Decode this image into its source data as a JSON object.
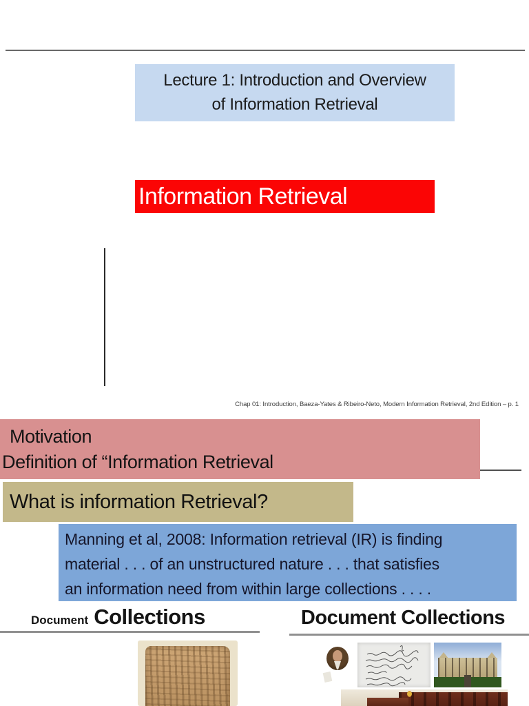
{
  "header": {
    "title_line1": "Lecture 1: Introduction and Overview",
    "title_line2": "of Information Retrieval"
  },
  "banner": {
    "text": "Information Retrieval"
  },
  "footer": {
    "citation": "Chap 01: Introduction, Baeza-Yates & Ribeiro-Neto, Modern Information Retrieval, 2nd Edition – p. 1"
  },
  "motivation": {
    "line1": "Motivation",
    "line2": "Definition of “Information Retrieval"
  },
  "question": {
    "text": "What is information Retrieval?"
  },
  "definition": {
    "line1": "Manning et al, 2008: Information retrieval (IR) is finding",
    "line2": "material . . . of an unstructured nature . . . that satisfies",
    "line3": "an information need from within large collections . . . ."
  },
  "collections": {
    "left_small": "Document",
    "left_large": " Collections",
    "right": "Document Collections"
  },
  "images": {
    "tablet": "clay-cuneiform-tablet-photo",
    "portrait": "dark-portrait-painting",
    "manuscript": "handwritten-manuscript-page",
    "building": "college-building-photo",
    "library": "library-interior-photo"
  },
  "colors": {
    "title_box_bg": "#c6d9f0",
    "banner_bg": "#fb0505",
    "banner_text": "#ffffff",
    "motivation_bg": "#d89090",
    "question_bg": "#c3b88a",
    "definition_bg": "#7da6d8",
    "rule_gray": "#686868"
  }
}
